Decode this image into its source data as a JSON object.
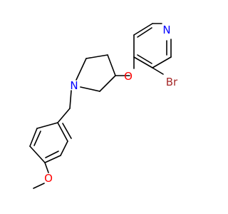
{
  "atoms": {
    "n_pyridine": "N",
    "br": "Br",
    "o_ether": "O",
    "n_pyrrolidine": "N",
    "o_methoxy": "O"
  },
  "colors": {
    "nitrogen": "#0000ff",
    "oxygen": "#ff0000",
    "bromine": "#a52a2a",
    "bond": "#000000",
    "background": "#ffffff"
  }
}
